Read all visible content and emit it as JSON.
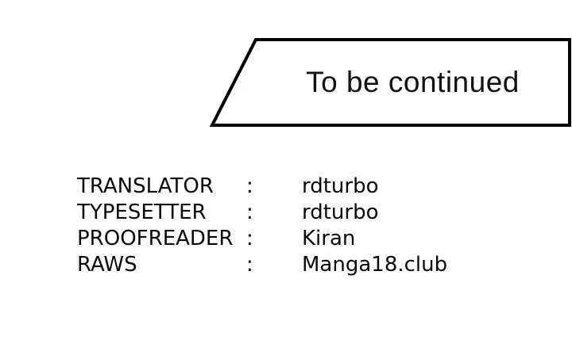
{
  "banner": {
    "label": "To be continued"
  },
  "credits": {
    "rows": [
      {
        "role": "TRANSLATOR",
        "separator": ":",
        "value": "rdturbo"
      },
      {
        "role": "TYPESETTER",
        "separator": ":",
        "value": "rdturbo"
      },
      {
        "role": "PROOFREADER",
        "separator": ":",
        "value": "Kiran"
      },
      {
        "role": "RAWS",
        "separator": ":",
        "value": "Manga18.club"
      }
    ]
  },
  "colors": {
    "ink": "#000000",
    "background": "#ffffff"
  }
}
